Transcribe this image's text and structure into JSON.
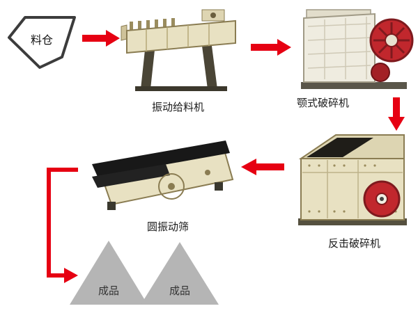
{
  "diagram": {
    "title": "crushing-plant-flow",
    "hopper": {
      "label": "料仓"
    },
    "feeder": {
      "label": "振动给料机"
    },
    "jaw_crusher": {
      "label": "颚式破碎机"
    },
    "impact_crusher": {
      "label": "反击破碎机"
    },
    "screen": {
      "label": "圆振动筛"
    },
    "products": [
      {
        "label": "成品"
      },
      {
        "label": "成品"
      }
    ],
    "colors": {
      "arrow": "#e60012",
      "product": "#b5b5b5",
      "machine_body": "#e8e1c2",
      "wheel": "#c1272d",
      "outline_dark": "#3c3c3c"
    }
  }
}
